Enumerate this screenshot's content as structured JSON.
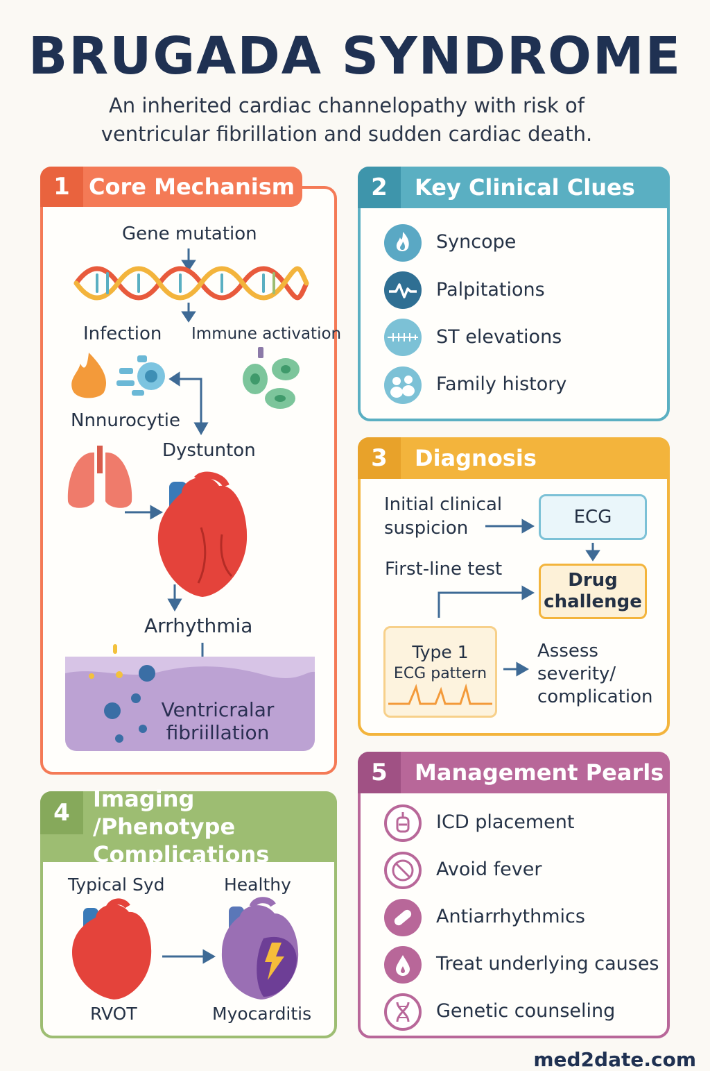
{
  "title": "BRUGADA SYNDROME",
  "subtitle": "An inherited cardiac channelopathy with risk of ventricular fibrillation and sudden cardiac death.",
  "colors": {
    "mechanism": "#f47a56",
    "clues": "#5aafc2",
    "diagnosis": "#f3b43c",
    "imaging": "#9dbd72",
    "management": "#b86799"
  },
  "mechanism": {
    "num": "1",
    "header": "Core Mechanism",
    "gene": "Gene mutation",
    "infection": "Infection",
    "immune": "Immune activation",
    "neuro": "Nnnurocytie",
    "dysfunction": "Dystunton",
    "arrhythmia": "Arrhythmia",
    "vf": "Ventricralar fibriillation"
  },
  "clues": {
    "num": "2",
    "header": "Key Clinical Clues",
    "items": [
      {
        "label": "Syncope",
        "icon": "flame-icon"
      },
      {
        "label": "Palpitations",
        "icon": "pulse-icon"
      },
      {
        "label": "ST elevations",
        "icon": "ecg-grid-icon"
      },
      {
        "label": "Family history",
        "icon": "family-icon"
      }
    ]
  },
  "diagnosis": {
    "num": "3",
    "header": "Diagnosis",
    "suspicion": "Initial clinical suspicion",
    "ecg": "ECG",
    "firstline": "First-line test",
    "drug": "Drug challenge",
    "type1": "Type 1",
    "pattern": "ECG pattern",
    "assess": "Assess severity/ complication"
  },
  "imaging": {
    "num": "4",
    "header": "Imaging /Phenotype Complications",
    "typical": "Typical Syd",
    "healthy": "Healthy",
    "rvot": "RVOT",
    "myocarditis": "Myocarditis"
  },
  "management": {
    "num": "5",
    "header": "Management Pearls",
    "items": [
      {
        "label": "ICD placement",
        "icon": "icd-icon"
      },
      {
        "label": "Avoid fever",
        "icon": "no-sign-icon"
      },
      {
        "label": "Antiarrhythmics",
        "icon": "pill-icon"
      },
      {
        "label": "Treat underlying causes",
        "icon": "drop-icon"
      },
      {
        "label": "Genetic counseling",
        "icon": "dna-icon"
      }
    ]
  },
  "footer": "med2date.com"
}
